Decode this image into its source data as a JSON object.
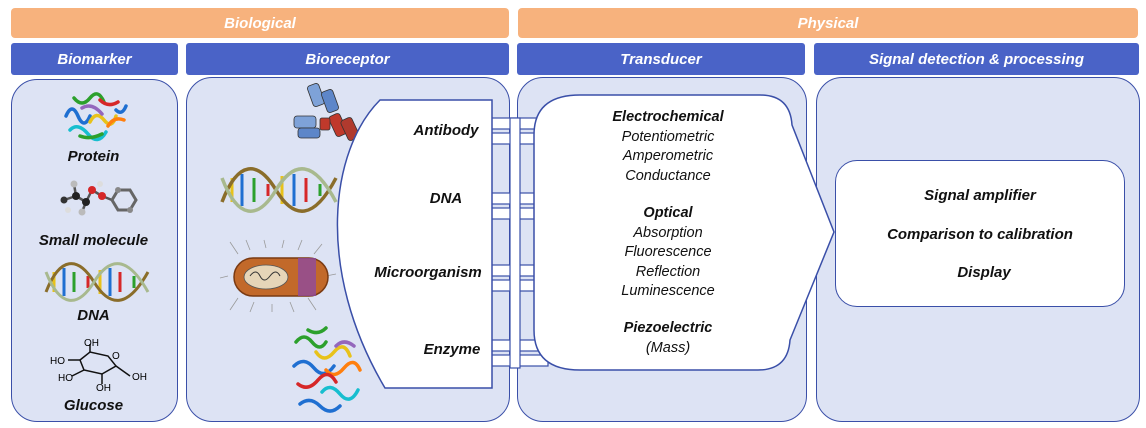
{
  "groups": {
    "biological": "Biological",
    "physical": "Physical"
  },
  "headers": {
    "biomarker": "Biomarker",
    "bioreceptor": "Bioreceptor",
    "transducer": "Transducer",
    "signal": "Signal detection & processing"
  },
  "biomarkers": [
    "Protein",
    "Small molecule",
    "DNA",
    "Glucose"
  ],
  "glucose_labels": {
    "oh_top": "OH",
    "o_ring": "O",
    "ho_left1": "HO",
    "ho_left2": "HO",
    "oh_right": "OH",
    "oh_bottom": "OH"
  },
  "bioreceptors": [
    "Antibody",
    "DNA",
    "Microorganism",
    "Enzyme"
  ],
  "transducer": {
    "electrochemical": {
      "title": "Electrochemical",
      "items": [
        "Potentiometric",
        "Amperometric",
        "Conductance"
      ]
    },
    "optical": {
      "title": "Optical",
      "items": [
        "Absorption",
        "Fluorescence",
        "Reflection",
        "Luminescence"
      ]
    },
    "piezoelectric": {
      "title": "Piezoelectric",
      "items": [
        "(Mass)"
      ]
    }
  },
  "signal_steps": [
    "Signal amplifier",
    "Comparison to calibration",
    "Display"
  ],
  "colors": {
    "orange": "#F7B27D",
    "blue": "#4A63C7",
    "panel": "#DDE3F4",
    "border": "#3A4FA8"
  }
}
